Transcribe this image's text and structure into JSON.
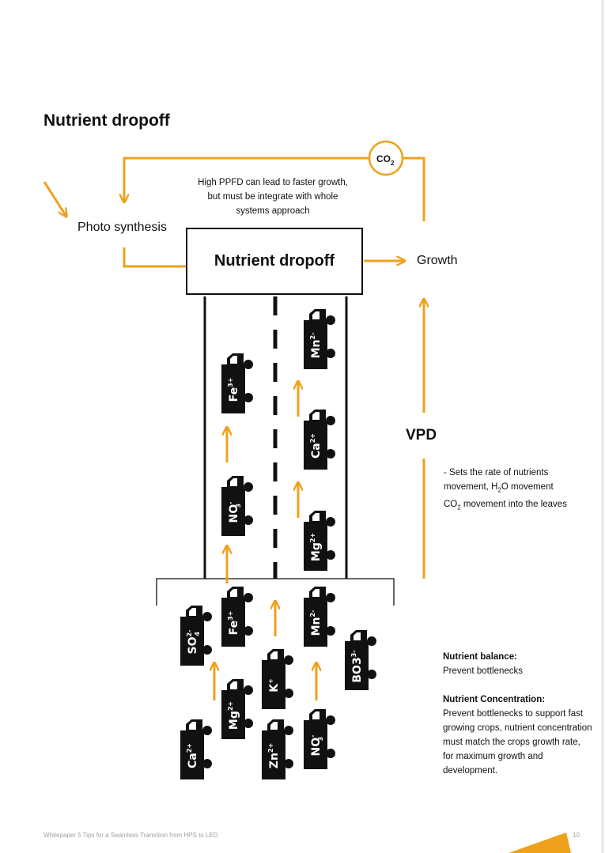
{
  "title": "Nutrient dropoff",
  "note_lines": [
    "High PPFD can lead to faster growth,",
    "but must be integrate with whole",
    "systems approach"
  ],
  "photo_label": "Photo synthesis",
  "center_label": "Nutrient dropoff",
  "growth_label": "Growth",
  "co2": {
    "base": "CO",
    "sub": "2"
  },
  "vpd": {
    "title": "VPD",
    "line1": "- Sets the rate of nutrients",
    "line2_pre": "movement, H",
    "line2_sub": "2",
    "line2_post": "O movement",
    "line3_pre": "CO",
    "line3_sub": "2",
    "line3_post": " movement into the leaves"
  },
  "balance": {
    "heading": "Nutrient balance:",
    "text": "Prevent bottlenecks"
  },
  "concentration": {
    "heading": "Nutrient Concentration:",
    "text": "Prevent bottlenecks to support fast growing crops, nutrient concentration must match the crops growth rate, for maximum growth and development."
  },
  "footer": "Whitepaper 5 Tips for a Seamless Transition from HPS to LED",
  "page_number": "10",
  "colors": {
    "accent": "#f0a11c",
    "ink": "#111111"
  },
  "trucks": [
    {
      "id": "fe-road",
      "parts": [
        [
          "Fe",
          ""
        ],
        [
          "3+",
          "sup"
        ]
      ]
    },
    {
      "id": "no3-road",
      "parts": [
        [
          "NO",
          ""
        ],
        [
          "-",
          "sup"
        ],
        [
          "3",
          "sub"
        ]
      ]
    },
    {
      "id": "mn-road",
      "parts": [
        [
          "Mn",
          ""
        ],
        [
          "2-",
          "sup"
        ]
      ]
    },
    {
      "id": "ca-road",
      "parts": [
        [
          "Ca",
          ""
        ],
        [
          "2+",
          "sup"
        ]
      ]
    },
    {
      "id": "mg-road",
      "parts": [
        [
          "Mg",
          ""
        ],
        [
          "2+",
          "sup"
        ]
      ]
    },
    {
      "id": "so4",
      "parts": [
        [
          "SO",
          ""
        ],
        [
          "2-",
          "sup"
        ],
        [
          "4",
          "sub"
        ]
      ]
    },
    {
      "id": "fe-base",
      "parts": [
        [
          "Fe",
          ""
        ],
        [
          "3+",
          "sup"
        ]
      ]
    },
    {
      "id": "mn-base",
      "parts": [
        [
          "Mn",
          ""
        ],
        [
          "2-",
          "sup"
        ]
      ]
    },
    {
      "id": "bo3",
      "parts": [
        [
          "BO3",
          ""
        ],
        [
          "3-",
          "sup"
        ]
      ]
    },
    {
      "id": "k",
      "parts": [
        [
          "K",
          ""
        ],
        [
          "+",
          "sup"
        ]
      ]
    },
    {
      "id": "mg-base",
      "parts": [
        [
          "Mg",
          ""
        ],
        [
          "2+",
          "sup"
        ]
      ]
    },
    {
      "id": "ca-base",
      "parts": [
        [
          "Ca",
          ""
        ],
        [
          "2+",
          "sup"
        ]
      ]
    },
    {
      "id": "zn",
      "parts": [
        [
          "Zn",
          ""
        ],
        [
          "2+",
          "sup"
        ]
      ]
    },
    {
      "id": "no3-base",
      "parts": [
        [
          "NO",
          ""
        ],
        [
          "-",
          "sup"
        ],
        [
          "3",
          "sub"
        ]
      ]
    }
  ]
}
